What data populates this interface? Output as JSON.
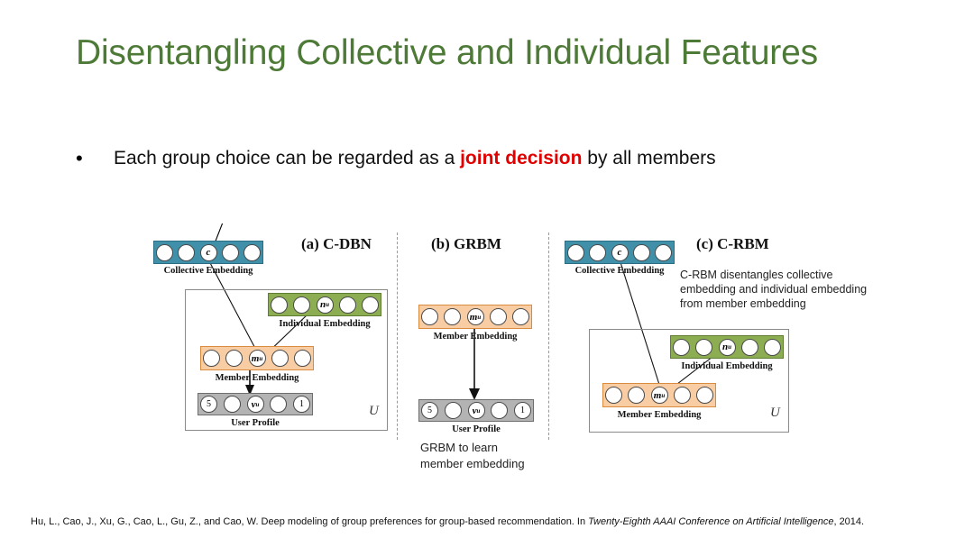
{
  "slide": {
    "title": "Disentangling Collective and Individual Features",
    "bullet_marker": "•",
    "bullet_text_before": "Each group choice can be regarded as a ",
    "bullet_highlight": "joint decision",
    "bullet_text_after": " by all members",
    "title_color": "#4e7a38",
    "highlight_color": "#e00000"
  },
  "figure": {
    "panels": [
      {
        "id": "a",
        "title": "(a) C-DBN",
        "bars": [
          {
            "name": "collective",
            "color": "#3f90a8",
            "label": "Collective Embedding",
            "nodes": [
              "",
              "",
              "c",
              "",
              ""
            ]
          },
          {
            "name": "individual",
            "color": "#8cad52",
            "label": "Individual Embedding",
            "nodes": [
              "",
              "",
              "n_u",
              "",
              ""
            ]
          },
          {
            "name": "member",
            "color": "#f8cda4",
            "label": "Member Embedding",
            "nodes": [
              "",
              "",
              "m_u",
              "",
              ""
            ]
          },
          {
            "name": "profile",
            "color": "#b3b3b3",
            "label": "User Profile",
            "nodes": [
              "5",
              "",
              "v_u",
              "",
              "1"
            ]
          }
        ],
        "box_label": "U"
      },
      {
        "id": "b",
        "title": "(b) GRBM",
        "bars": [
          {
            "name": "member",
            "color": "#f8cda4",
            "label": "Member Embedding",
            "nodes": [
              "",
              "",
              "m_u",
              "",
              ""
            ]
          },
          {
            "name": "profile",
            "color": "#b3b3b3",
            "label": "User Profile",
            "nodes": [
              "5",
              "",
              "v_u",
              "",
              "1"
            ]
          }
        ],
        "note": "GRBM to learn\nmember embedding"
      },
      {
        "id": "c",
        "title": "(c)  C-RBM",
        "bars": [
          {
            "name": "collective",
            "color": "#3f90a8",
            "label": "Collective Embedding",
            "nodes": [
              "",
              "",
              "c",
              "",
              ""
            ]
          },
          {
            "name": "individual",
            "color": "#8cad52",
            "label": "Individual Embedding",
            "nodes": [
              "",
              "",
              "n_u",
              "",
              ""
            ]
          },
          {
            "name": "member",
            "color": "#f8cda4",
            "label": "Member Embedding",
            "nodes": [
              "",
              "",
              "m_u",
              "",
              ""
            ]
          }
        ],
        "note": "C-RBM disentangles collective\nembedding and individual embedding\nfrom member embedding",
        "box_label": "U"
      }
    ]
  },
  "citation": {
    "part1": "Hu, L., Cao, J., Xu, G., Cao, L., Gu, Z., and Cao, W. Deep modeling of group preferences for group-based recommendation. In ",
    "venue": "Twenty-Eighth AAAI Conference on Artificial Intelligence",
    "part2": ", 2014."
  }
}
